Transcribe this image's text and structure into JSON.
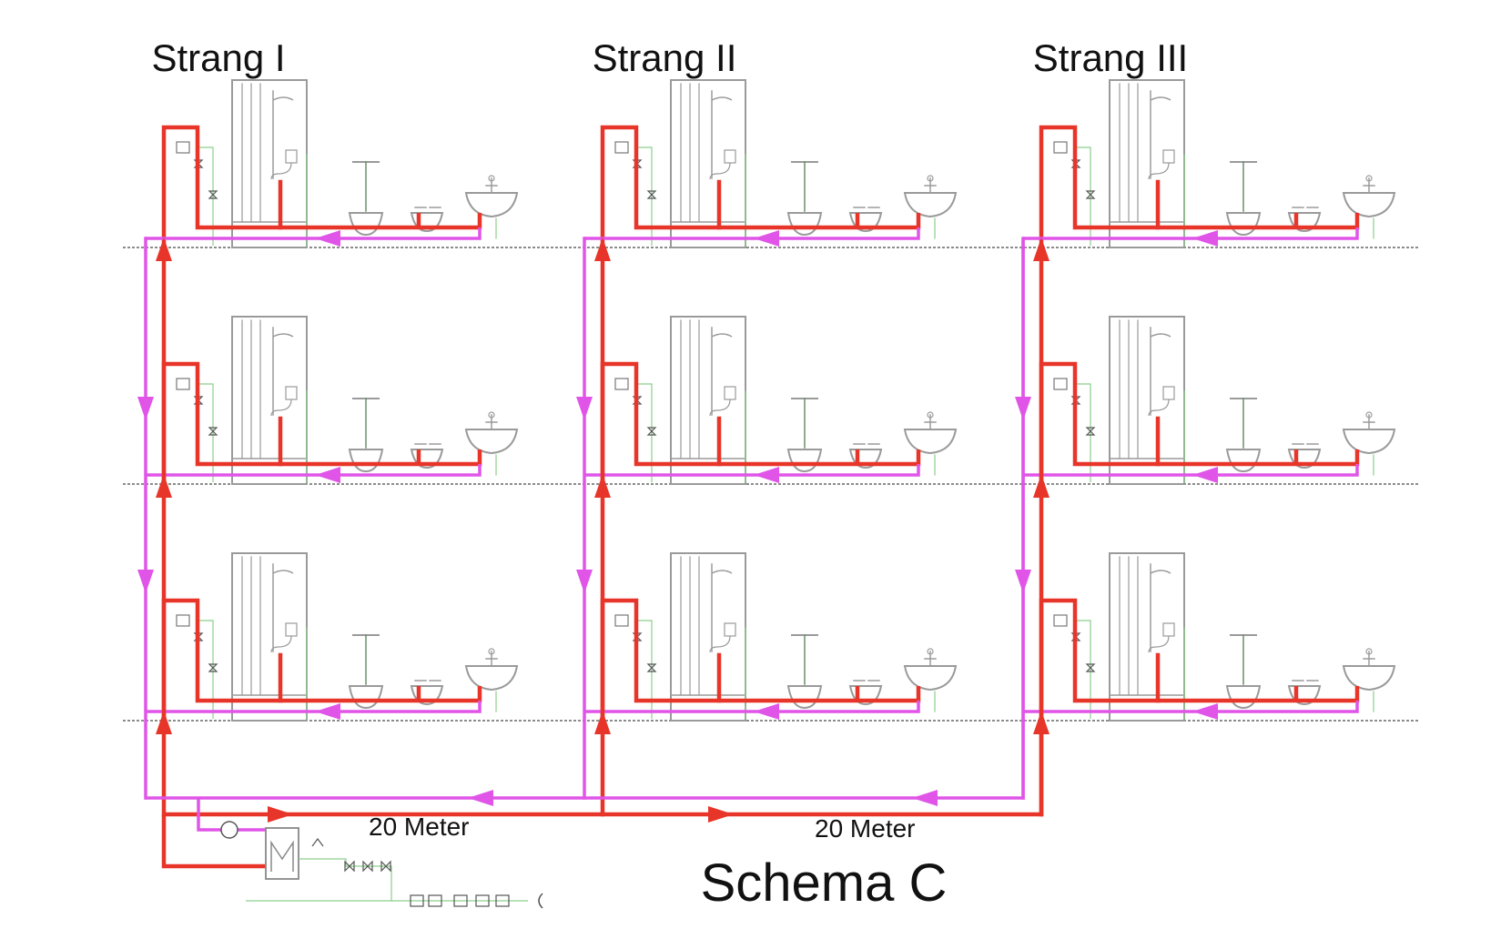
{
  "strands": [
    {
      "label": "Strang I"
    },
    {
      "label": "Strang II"
    },
    {
      "label": "Strang III"
    }
  ],
  "distances": [
    {
      "label": "20 Meter"
    },
    {
      "label": "20 Meter"
    }
  ],
  "title": "Schema C",
  "floors": 3,
  "units_per_floor": 3,
  "colors": {
    "supply": "#e8352a",
    "circulation": "#e055e8",
    "fixture": "#9a9a9a",
    "cold": "#8ccf8c",
    "floor_line": "#666666"
  },
  "fixtures": [
    "shower",
    "wc",
    "bidet",
    "washbasin"
  ],
  "equipment": [
    "water-heater",
    "circulation-pump",
    "valves",
    "water-meter"
  ]
}
